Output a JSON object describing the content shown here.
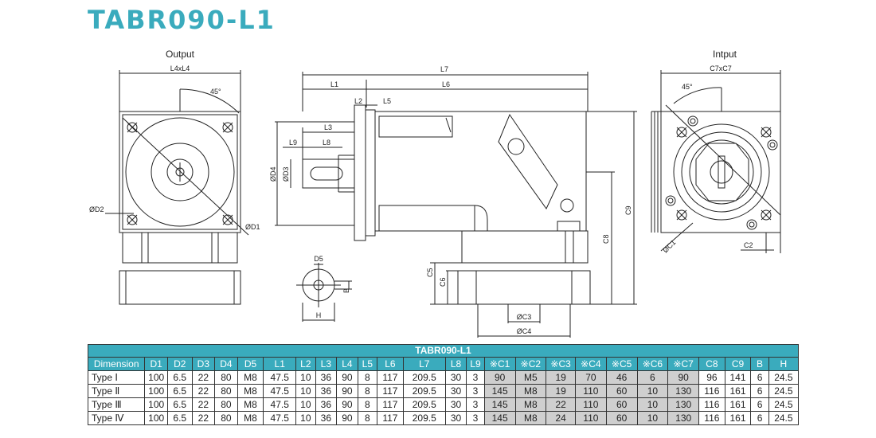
{
  "title": "TABR090-L1",
  "colors": {
    "accent": "#3aabbd",
    "header_bg": "#3aabbd",
    "shade": "#cfcfcf",
    "line": "#222222"
  },
  "views": {
    "output": "Output",
    "input": "Intput"
  },
  "dims": {
    "l4xl4": "L4xL4",
    "angle_left": "45°",
    "d2": "ØD2",
    "d1": "ØD1",
    "l7": "L7",
    "l1": "L1",
    "l6": "L6",
    "l2": "L2",
    "l5": "L5",
    "l3": "L3",
    "l9": "L9",
    "l8": "L8",
    "d4": "ØD4",
    "d3": "ØD3",
    "c9": "C9",
    "c8": "C8",
    "c5": "C5",
    "c6": "C6",
    "c3": "ØC3",
    "c4": "ØC4",
    "d5": "D5",
    "b": "B",
    "h": "H",
    "c7xc7": "C7xC7",
    "angle_right": "45°",
    "c1": "ØC1",
    "c2": "C2"
  },
  "table": {
    "caption": "TABR090-L1",
    "headers": [
      "Dimension",
      "D1",
      "D2",
      "D3",
      "D4",
      "D5",
      "L1",
      "L2",
      "L3",
      "L4",
      "L5",
      "L6",
      "L7",
      "L8",
      "L9",
      "※C1",
      "※C2",
      "※C3",
      "※C4",
      "※C5",
      "※C6",
      "※C7",
      "C8",
      "C9",
      "B",
      "H"
    ],
    "rows": [
      [
        "Type Ⅰ",
        "100",
        "6.5",
        "22",
        "80",
        "M8",
        "47.5",
        "10",
        "36",
        "90",
        "8",
        "117",
        "209.5",
        "30",
        "3",
        "90",
        "M5",
        "19",
        "70",
        "46",
        "6",
        "90",
        "96",
        "141",
        "6",
        "24.5"
      ],
      [
        "Type Ⅱ",
        "100",
        "6.5",
        "22",
        "80",
        "M8",
        "47.5",
        "10",
        "36",
        "90",
        "8",
        "117",
        "209.5",
        "30",
        "3",
        "145",
        "M8",
        "19",
        "110",
        "60",
        "10",
        "130",
        "116",
        "161",
        "6",
        "24.5"
      ],
      [
        "Type Ⅲ",
        "100",
        "6.5",
        "22",
        "80",
        "M8",
        "47.5",
        "10",
        "36",
        "90",
        "8",
        "117",
        "209.5",
        "30",
        "3",
        "145",
        "M8",
        "22",
        "110",
        "60",
        "10",
        "130",
        "116",
        "161",
        "6",
        "24.5"
      ],
      [
        "Type Ⅳ",
        "100",
        "6.5",
        "22",
        "80",
        "M8",
        "47.5",
        "10",
        "36",
        "90",
        "8",
        "117",
        "209.5",
        "30",
        "3",
        "145",
        "M8",
        "24",
        "110",
        "60",
        "10",
        "130",
        "116",
        "161",
        "6",
        "24.5"
      ]
    ]
  }
}
